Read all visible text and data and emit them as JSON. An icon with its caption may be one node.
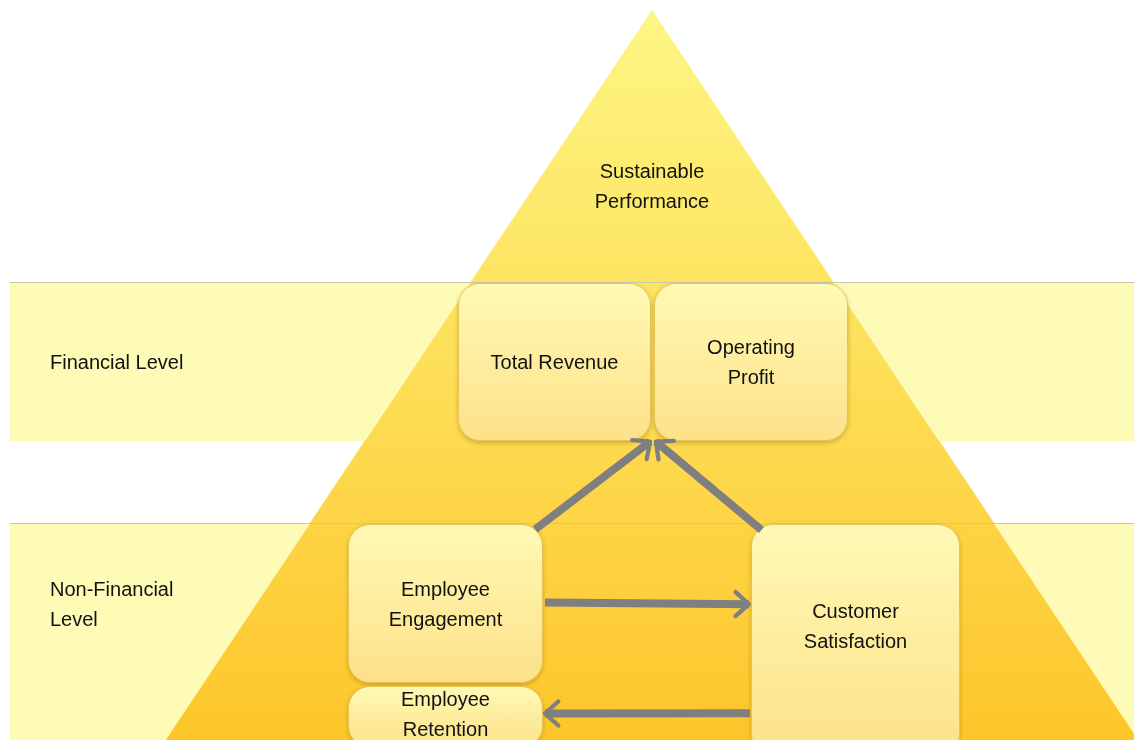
{
  "diagram": {
    "nodes": [
      {
        "text": [
          "Sustainable Performance"
        ]
      },
      {
        "text": [
          "Financial Level"
        ]
      },
      {
        "text": [
          "Total Revenue"
        ],
        "in": 1
      },
      {
        "text": [
          "Operating Profit"
        ],
        "in": 1
      },
      {
        "text": [
          "Non-Financial Level"
        ]
      },
      {
        "text": [
          "Employee Engagement"
        ],
        "in": 4
      },
      {
        "text": [
          "Customer Satisfaction"
        ],
        "in": 4
      },
      {
        "text": [
          "Employee Retention"
        ],
        "in": 4
      }
    ],
    "edges": [
      {
        "from": 5,
        "to": 2,
        "arrow": "to"
      },
      {
        "from": 6,
        "to": 3,
        "arrow": "to"
      },
      {
        "from": 5,
        "to": 6,
        "arrow": "to"
      },
      {
        "from": 6,
        "to": 7,
        "arrow": "to"
      }
    ]
  }
}
